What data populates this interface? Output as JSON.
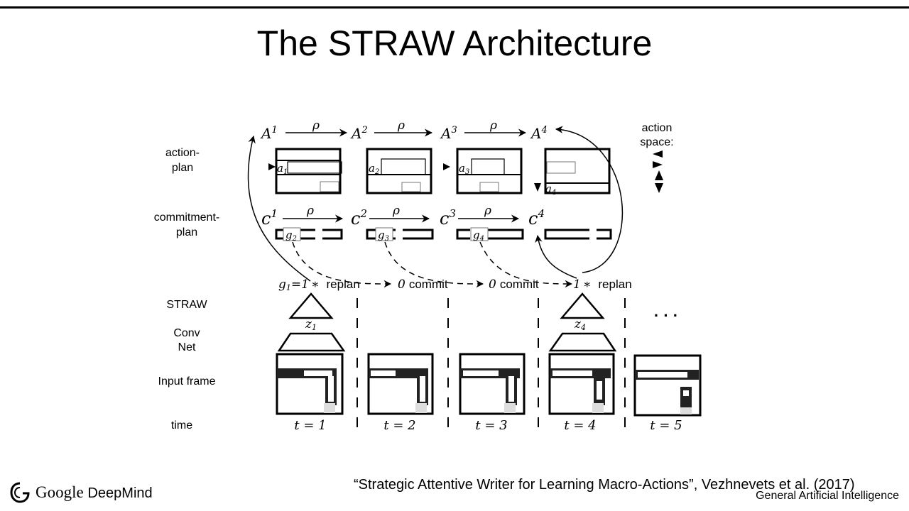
{
  "slide": {
    "title": "The STRAW Architecture",
    "citation": "“Strategic Attentive Writer for Learning Macro-Actions”, Vezhnevets et al. (2017)",
    "footer_org": "Google DeepMind",
    "footer_logo_main": "Google",
    "footer_logo_sub": "DeepMind",
    "footer_right": "General Artificial Intelligence"
  },
  "row_labels": {
    "action_plan": [
      "action-",
      "plan"
    ],
    "commitment_plan": [
      "commitment-",
      "plan"
    ],
    "straw": "STRAW",
    "conv_net": [
      "Conv",
      "Net"
    ],
    "input_frame": "Input frame",
    "time": "time"
  },
  "action_space": {
    "title": [
      "action",
      "space:"
    ]
  },
  "action_plans": [
    {
      "label": "A",
      "sup": "1",
      "attention": "a",
      "sub": "1"
    },
    {
      "label": "A",
      "sup": "2",
      "attention": "a",
      "sub": "2"
    },
    {
      "label": "A",
      "sup": "3",
      "attention": "a",
      "sub": "3"
    },
    {
      "label": "A",
      "sup": "4",
      "attention": "a",
      "sub": "4"
    }
  ],
  "commitment_plans": [
    {
      "label": "c",
      "sup": "1",
      "gate": "g",
      "sub": "2"
    },
    {
      "label": "c",
      "sup": "2",
      "gate": "g",
      "sub": "3"
    },
    {
      "label": "c",
      "sup": "3",
      "gate": "g",
      "sub": "4"
    },
    {
      "label": "c",
      "sup": "4"
    }
  ],
  "shift_operator": "ρ",
  "decisions": [
    {
      "gate_value": "g",
      "gate_sub": "1",
      "eq": "=1",
      "star": "∗",
      "action": "replan"
    },
    {
      "gate_value": "0",
      "action": "commit"
    },
    {
      "gate_value": "0",
      "action": "commit"
    },
    {
      "gate_value": "1",
      "star": "∗",
      "action": "replan"
    }
  ],
  "latents": [
    {
      "z": "z",
      "sub": "1"
    },
    {
      "z": "z",
      "sub": "4"
    }
  ],
  "ellipsis": "· · ·",
  "timesteps": [
    "t = 1",
    "t = 2",
    "t = 3",
    "t = 4",
    "t = 5"
  ],
  "colors": {
    "ink": "#000000",
    "background": "#ffffff",
    "gray": "#555555"
  }
}
